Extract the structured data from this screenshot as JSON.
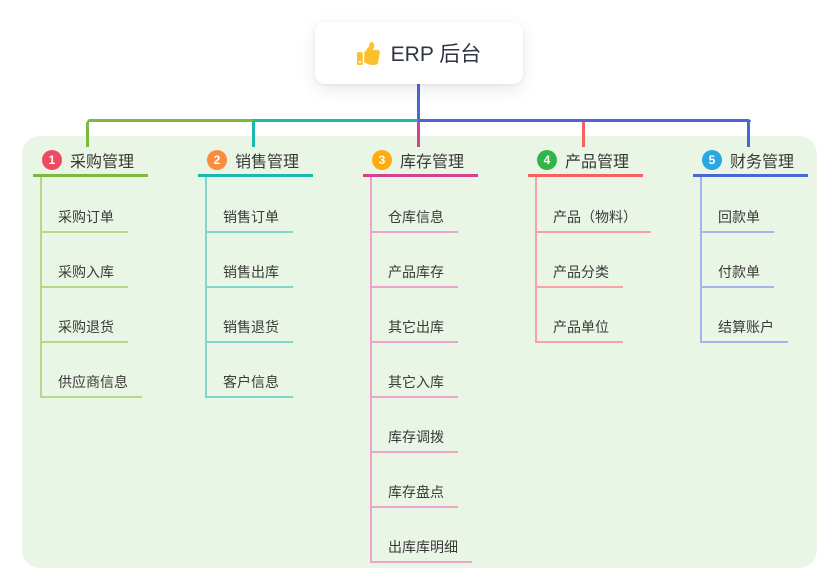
{
  "root": {
    "label": "ERP 后台",
    "icon": "thumbs-up-icon"
  },
  "branches": [
    {
      "index": "1",
      "label": "采购管理",
      "badge_color": "#f04a62",
      "line_color": "#7cb93f",
      "child_line_color": "#b4d98b",
      "children": [
        "采购订单",
        "采购入库",
        "采购退货",
        "供应商信息"
      ]
    },
    {
      "index": "2",
      "label": "销售管理",
      "badge_color": "#fa8c3e",
      "line_color": "#1bb8ad",
      "child_line_color": "#82d5cd",
      "children": [
        "销售订单",
        "销售出库",
        "销售退货",
        "客户信息"
      ]
    },
    {
      "index": "3",
      "label": "库存管理",
      "badge_color": "#ffab10",
      "line_color": "#d4418f",
      "child_line_color": "#efa2cb",
      "children": [
        "仓库信息",
        "产品库存",
        "其它出库",
        "其它入库",
        "库存调拨",
        "库存盘点",
        "出库库明细"
      ]
    },
    {
      "index": "4",
      "label": "产品管理",
      "badge_color": "#33b44a",
      "line_color": "#f56060",
      "child_line_color": "#f8a3a3",
      "children": [
        "产品（物料）",
        "产品分类",
        "产品单位"
      ]
    },
    {
      "index": "5",
      "label": "财务管理",
      "badge_color": "#28a7e2",
      "line_color": "#4a66d4",
      "child_line_color": "#a4b4ea",
      "children": [
        "回款单",
        "付款单",
        "结算账户"
      ]
    }
  ],
  "colors": {
    "panel_bg": "#eaf6e5",
    "root_connector": "#4a66d4",
    "bus_segments": [
      "#7cb93f",
      "#1bb8ad",
      "#4a66d4"
    ],
    "root_card_bg": "#ffffff",
    "text": "#3a3a3a",
    "thumb_icon": "#fbc02d"
  }
}
